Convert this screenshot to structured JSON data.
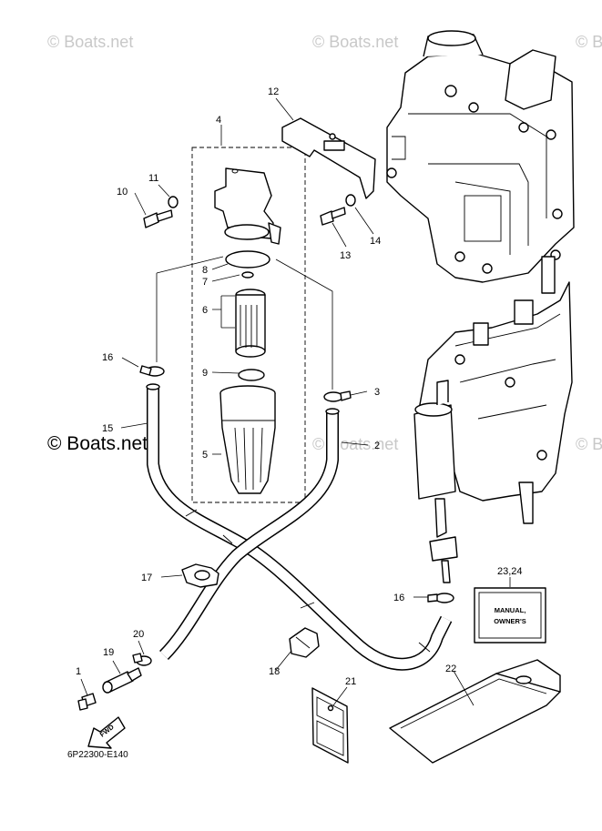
{
  "watermarks": {
    "top_left": "© Boats.net",
    "top_right": "© Boats.net",
    "top_edge": "© B",
    "mid_left": "© Boats.net",
    "mid_center": "© Boats.net",
    "mid_right": "© B"
  },
  "callouts": {
    "p1": "1",
    "p2": "2",
    "p3": "3",
    "p4": "4",
    "p5": "5",
    "p6": "6",
    "p7": "7",
    "p8": "8",
    "p9": "9",
    "p10": "10",
    "p11": "11",
    "p12": "12",
    "p13": "13",
    "p14": "14",
    "p15": "15",
    "p16a": "16",
    "p16b": "16",
    "p17": "17",
    "p18": "18",
    "p19": "19",
    "p20": "20",
    "p21": "21",
    "p22": "22",
    "p2324": "23,24"
  },
  "manual_label": {
    "line1": "MANUAL,",
    "line2": "OWNER'S"
  },
  "fwd_label": "FWD",
  "diagram_code": "6P22300-E140"
}
